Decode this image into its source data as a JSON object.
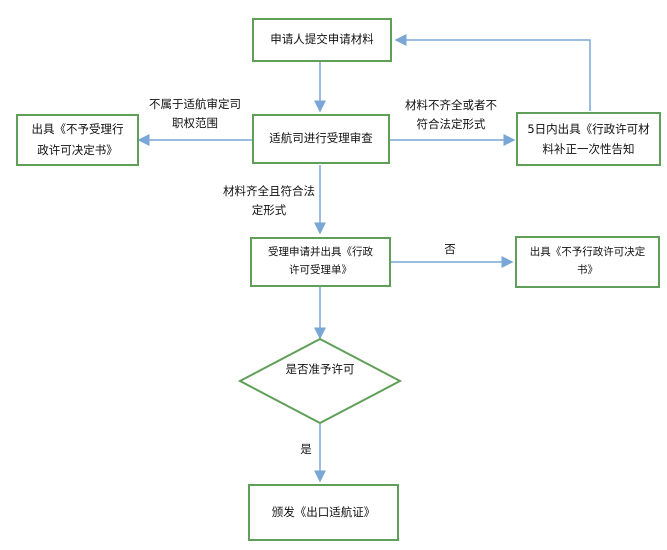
{
  "nodes": {
    "apply": "申请人提交申请材料",
    "review": "适航司进行受理审查",
    "reject_scope": "出具《不予受理行政许可决定书》",
    "supplement": "5日内出具《行政许可材料补正一次性告知",
    "accept": "受理申请并出具《行政许可受理单》",
    "reject_permit": "出具《不予行政许可决定书》",
    "decision": "是否准予许可",
    "issue": "颁发《出口适航证》"
  },
  "edges": {
    "not_in_scope": "不属于适航审定司职权范围",
    "incomplete": "材料不齐全或者不符合法定形式",
    "complete": "材料齐全且符合法定形式",
    "no": "否",
    "yes": "是"
  },
  "colors": {
    "box_border": "#5f9f57",
    "arrow": "#7aa7d6"
  }
}
